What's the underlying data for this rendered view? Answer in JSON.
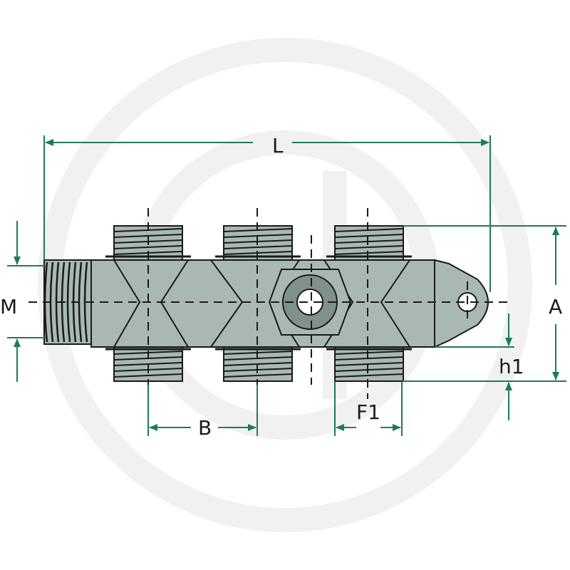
{
  "colors": {
    "dimension": "#1f7a5c",
    "body_fill": "#a9b9b2",
    "body_dark": "#7f918a",
    "outline": "#1a1a1a",
    "watermark": "#f1f1f1",
    "background": "#ffffff"
  },
  "labels": {
    "L": "L",
    "M": "M",
    "A": "A",
    "h1": "h1",
    "B": "B",
    "F1": "F1"
  }
}
